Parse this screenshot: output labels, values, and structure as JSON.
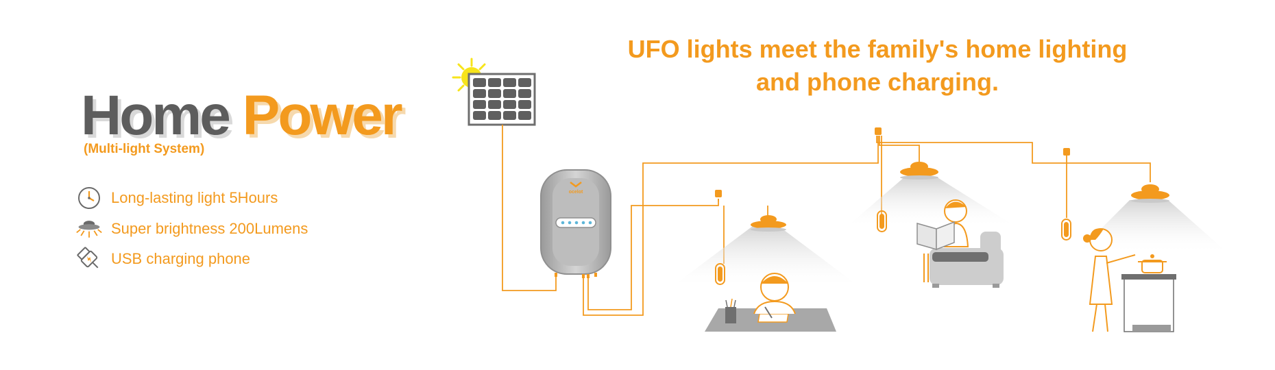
{
  "title": {
    "part1": "Home",
    "part2": "Power",
    "subtitle": "(Multi-light System)"
  },
  "features": [
    {
      "icon": "clock-icon",
      "label": "Long-lasting light 5Hours"
    },
    {
      "icon": "ufo-lamp-icon",
      "label": "Super brightness 200Lumens"
    },
    {
      "icon": "usb-plug-icon",
      "label": "USB charging phone"
    }
  ],
  "headline": {
    "line1": "UFO lights meet the family's home lighting",
    "line2": "and phone charging."
  },
  "controller": {
    "brand": "ocelot"
  },
  "colors": {
    "accent": "#f39a1e",
    "gray_dark": "#5d5d5d",
    "gray_light": "#bdbdbd",
    "sun": "#f7e41b"
  }
}
